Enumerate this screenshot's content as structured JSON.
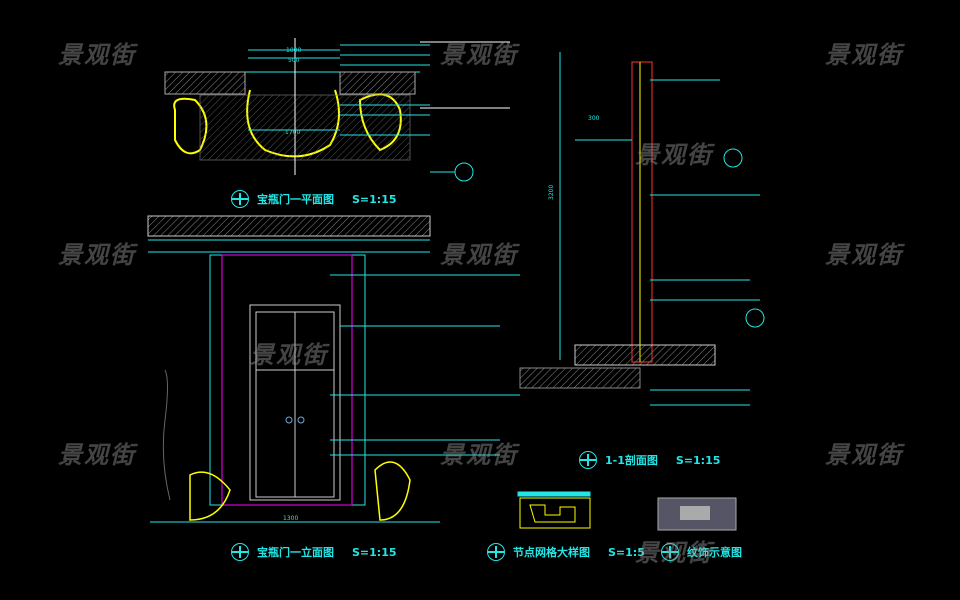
{
  "drawing": {
    "titles": [
      {
        "name": "宝瓶门一平面图",
        "scale": "S=1:15"
      },
      {
        "name": "宝瓶门一立面图",
        "scale": "S=1:15"
      },
      {
        "name": "1-1剖面图",
        "scale": "S=1:15"
      },
      {
        "name": "节点网格大样图",
        "scale": "S=1:5"
      },
      {
        "name": "纹饰示意图",
        "scale": ""
      }
    ],
    "dimensions": {
      "plan_top": "1000",
      "plan_mid": "500",
      "plan_bottom": "1700",
      "elev_width": "1300",
      "section_height": "3200",
      "section_width": "300"
    },
    "watermark": "景观街",
    "colors": {
      "line": "#22e6e6",
      "yellow": "#ffff00",
      "magenta": "#ff00ff",
      "white": "#ffffff",
      "red": "#ff3030"
    }
  }
}
